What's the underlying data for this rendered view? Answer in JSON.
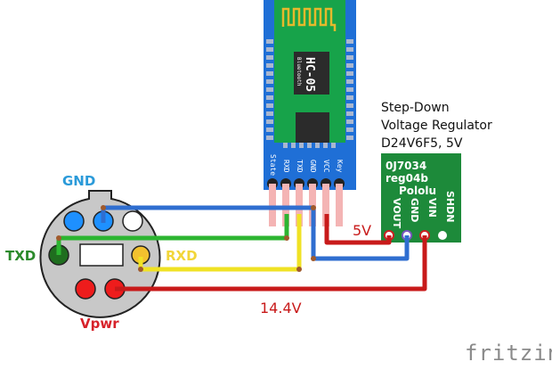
{
  "diagram": {
    "title_lines": [
      "Step-Down",
      "Voltage Regulator",
      "D24V6F5, 5V"
    ],
    "bluetooth_module": {
      "name": "HC-05",
      "subtitle": "Bluetooth",
      "pins": [
        "State",
        "RXD",
        "TXD",
        "GND",
        "VCC",
        "Key"
      ]
    },
    "regulator": {
      "board_lines": [
        "0J7034",
        "reg04b",
        "Pololu"
      ],
      "pins": [
        "VOUT",
        "GND",
        "VIN",
        "SHDN"
      ]
    },
    "connector": {
      "labels": {
        "gnd": "GND",
        "txd": "TXD",
        "rxd": "RXD",
        "vpwr": "Vpwr"
      }
    },
    "voltage_labels": {
      "five_volt": "5V",
      "battery": "14.4V"
    },
    "watermark": "fritzing",
    "colors": {
      "gnd_wire": "#2f6ed0",
      "txd_wire": "#2cb531",
      "rxd_wire": "#f0e224",
      "power_wire": "#c81a1a",
      "bt_board": "#1f6fd6",
      "bt_pcb": "#17a34a",
      "regulator_pcb": "#1d8a3a",
      "gnd_label": "#2a9ad9",
      "txd_label": "#2b8a2b",
      "rxd_label": "#f2d63a",
      "vpwr_label": "#d7222a"
    }
  }
}
